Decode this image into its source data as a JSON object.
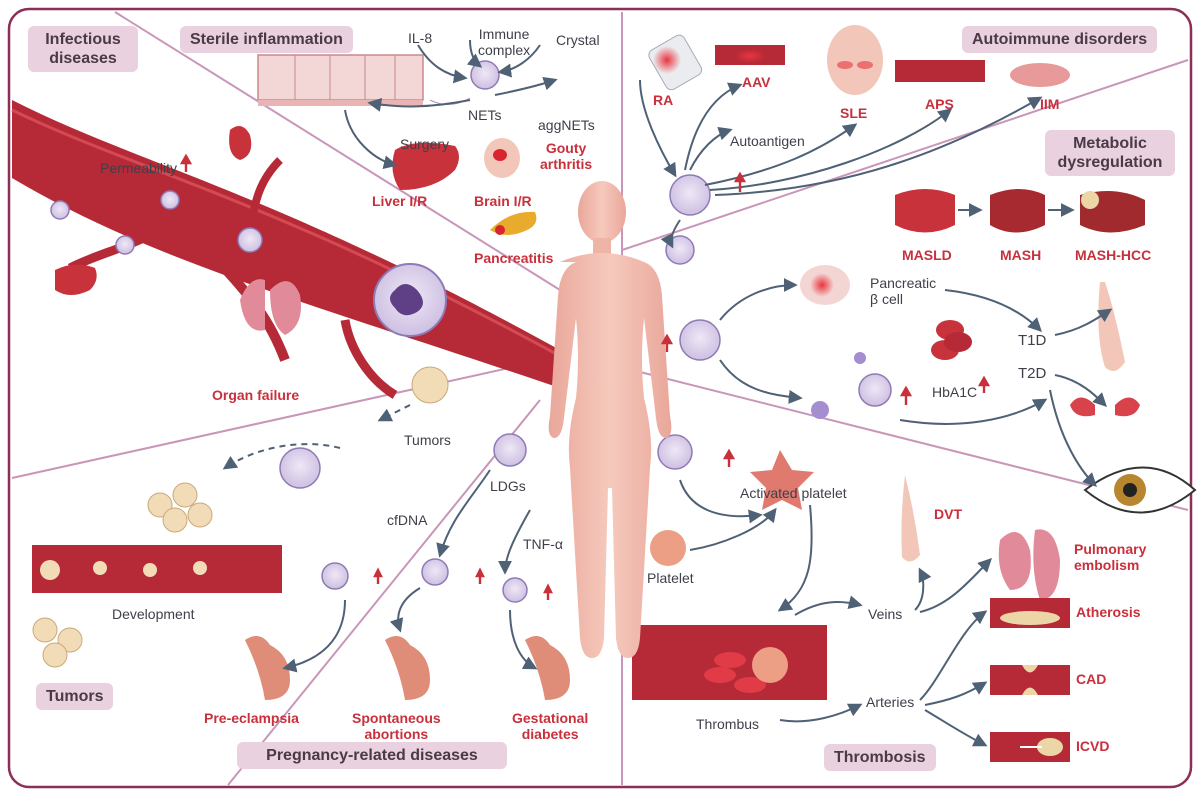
{
  "sections": {
    "infectious": "Infectious\ndiseases",
    "sterile": "Sterile inflammation",
    "autoimmune": "Autoimmune disorders",
    "metabolic": "Metabolic\ndysregulation",
    "tumors": "Tumors",
    "pregnancy": "Pregnancy-related diseases",
    "thrombosis": "Thrombosis"
  },
  "infectious": {
    "permeability": "Permeability",
    "organ_failure": "Organ failure"
  },
  "sterile": {
    "il8": "IL-8",
    "immune_complex": "Immune\ncomplex",
    "crystal": "Crystal",
    "nets": "NETs",
    "aggnets": "aggNETs",
    "surgery": "Surgery",
    "liver_ir": "Liver I/R",
    "brain_ir": "Brain I/R",
    "gouty": "Gouty\narthritis",
    "pancreatitis": "Pancreatitis"
  },
  "autoimmune": {
    "ra": "RA",
    "aav": "AAV",
    "sle": "SLE",
    "aps": "APS",
    "iim": "IIM",
    "autoantigen": "Autoantigen"
  },
  "metabolic": {
    "masld": "MASLD",
    "mash": "MASH",
    "mash_hcc": "MASH-HCC",
    "pancreatic": "Pancreatic\nβ cell",
    "hba1c": "HbA1C",
    "t1d": "T1D",
    "t2d": "T2D"
  },
  "tumors": {
    "tumors_label": "Tumors",
    "development": "Development"
  },
  "pregnancy": {
    "ldgs": "LDGs",
    "cfdna": "cfDNA",
    "tnf": "TNF-α",
    "preeclampsia": "Pre-eclampsia",
    "spontaneous": "Spontaneous\nabortions",
    "gestational": "Gestational\ndiabetes"
  },
  "thrombosis": {
    "activated_platelet": "Activated platelet",
    "platelet": "Platelet",
    "thrombus": "Thrombus",
    "veins": "Veins",
    "arteries": "Arteries",
    "dvt": "DVT",
    "pulmonary": "Pulmonary\nembolism",
    "atherosis": "Atherosis",
    "cad": "CAD",
    "icvd": "ICVD"
  },
  "colors": {
    "accent_red": "#c8303c",
    "frame": "#8a2f55",
    "divider": "#c995b8",
    "label_bg": "#ead1df",
    "vessel": "#b52a36",
    "cell": "#d9cdea"
  }
}
